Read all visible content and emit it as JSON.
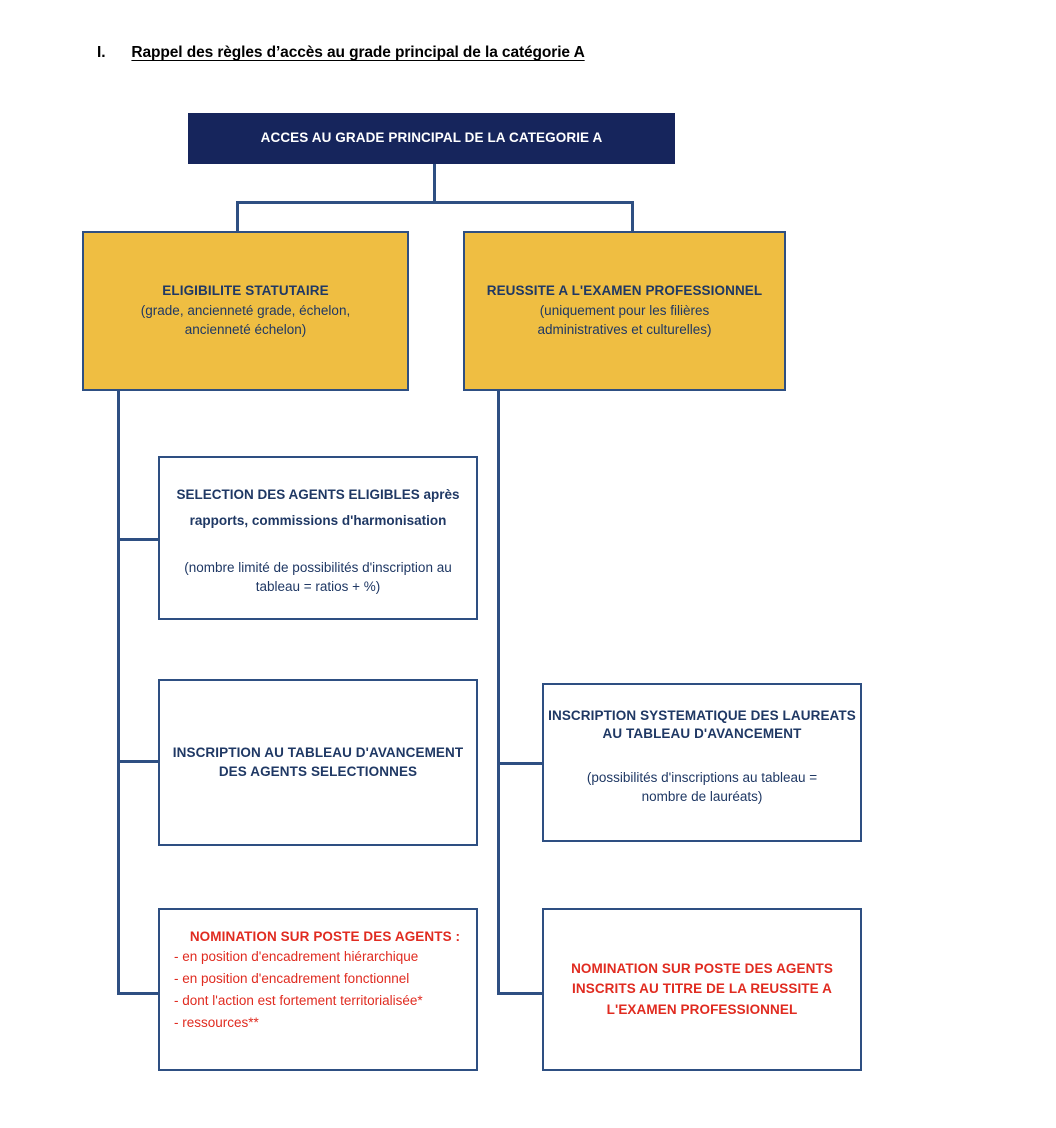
{
  "document": {
    "heading_numeral": "I.",
    "heading_text": "Rappel des règles d’accès au grade principal de la catégorie A"
  },
  "colors": {
    "navy": "#16255c",
    "gold": "#efbe42",
    "border_blue": "#2e4f82",
    "text_blue": "#1f3864",
    "red": "#e02b20",
    "white": "#ffffff"
  },
  "diagram": {
    "root": {
      "title": "ACCES AU GRADE PRINCIPAL DE LA CATEGORIE A"
    },
    "branch_left": {
      "title": "ELIGIBILITE STATUTAIRE",
      "subtitle_line1": "(grade, ancienneté grade, échelon,",
      "subtitle_line2": "ancienneté échelon)"
    },
    "branch_right": {
      "title": "REUSSITE A L'EXAMEN PROFESSIONNEL",
      "subtitle_line1": "(uniquement pour les filières",
      "subtitle_line2": "administratives et culturelles)"
    },
    "left_steps": [
      {
        "title_line1": "SELECTION DES AGENTS ELIGIBLES après",
        "title_line2": "rapports,  commissions d'harmonisation",
        "subtitle_line1": "(nombre limité de possibilités d'inscription au",
        "subtitle_line2": "tableau = ratios + %)"
      },
      {
        "title_line1": "INSCRIPTION AU TABLEAU D'AVANCEMENT",
        "title_line2": "DES AGENTS SELECTIONNES"
      },
      {
        "title": "NOMINATION SUR POSTE DES AGENTS :",
        "bullets": [
          "- en position d'encadrement hiérarchique",
          "- en position d'encadrement fonctionnel",
          "- dont l'action est fortement territorialisée*",
          "- ressources**"
        ]
      }
    ],
    "right_steps": [
      {
        "title_line1": "INSCRIPTION SYSTEMATIQUE DES LAUREATS",
        "title_line2": "AU TABLEAU D'AVANCEMENT",
        "subtitle_line1": "(possibilités d'inscriptions au tableau =",
        "subtitle_line2": "nombre de lauréats)"
      },
      {
        "title_line1": "NOMINATION SUR POSTE DES AGENTS",
        "title_line2": "INSCRITS AU TITRE DE LA REUSSITE A",
        "title_line3": "L'EXAMEN PROFESSIONNEL"
      }
    ]
  }
}
